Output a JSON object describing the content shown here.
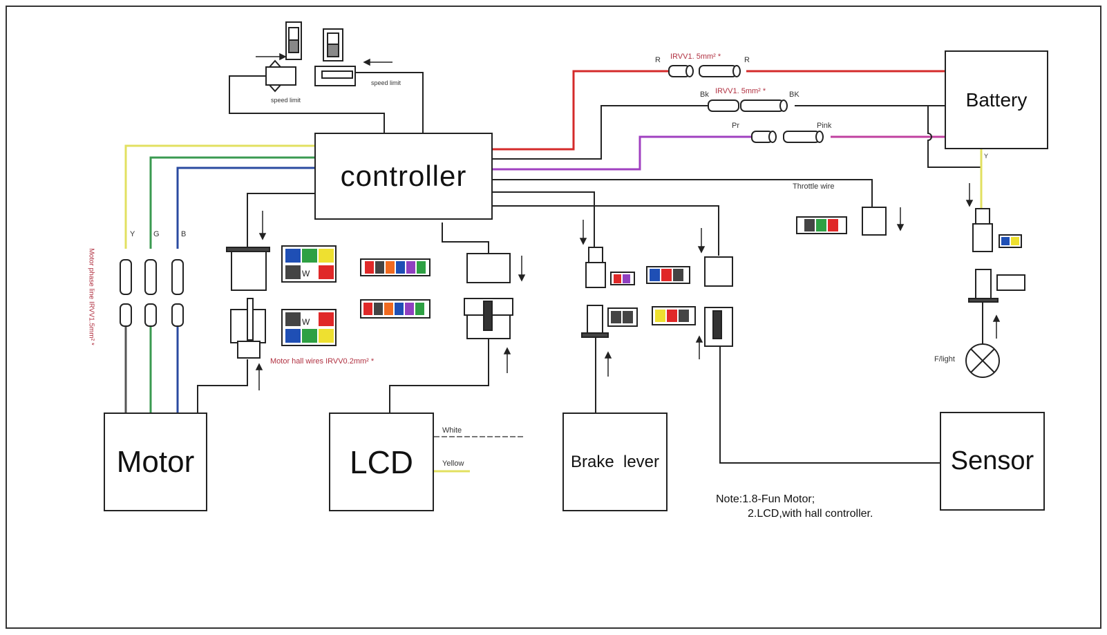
{
  "diagram": {
    "title": "E-bike controller wiring diagram",
    "components": {
      "controller": "controller",
      "battery": "Battery",
      "motor": "Motor",
      "lcd": "LCD",
      "brake_lever": "Brake  lever",
      "sensor": "Sensor"
    },
    "labels": {
      "speed_limit_left": "speed limit",
      "speed_limit_right": "speed limit",
      "red_wire_left": "R",
      "red_wire_right": "R",
      "red_spec": "IRVV1. 5mm² *",
      "black_wire_left": "Bk",
      "black_wire_right": "BK",
      "black_spec": "IRVV1. 5mm² *",
      "purple_wire": "Pr",
      "pink_wire": "Pink",
      "throttle_wire": "Throttle wire",
      "battery_y": "Y",
      "phase_y": "Y",
      "phase_g": "G",
      "phase_b": "B",
      "motor_phase_spec": "Motor phase line IRVV1.5mm² *",
      "motor_hall_spec": "Motor hall wires IRVV0.2mm² *",
      "hall_w_top": "W",
      "hall_w_bottom": "W",
      "lcd_white": "White",
      "lcd_yellow": "Yellow",
      "front_light": "F/light"
    },
    "note": {
      "line1": "Note:1.8-Fun  Motor;",
      "line2": "2.LCD,with hall controller."
    },
    "wire_colors": {
      "red": "#d42a2a",
      "black": "#222222",
      "purple": "#a040c0",
      "pink": "#c040a0",
      "yellow": "#e2e060",
      "green": "#3a9a50",
      "blue": "#2a4aa0"
    },
    "pin_colors": {
      "blue": "#1f4fb5",
      "green": "#2ea043",
      "yellow": "#eee030",
      "red": "#e02828",
      "dark": "#444444",
      "orange": "#f06a20",
      "purple": "#9040c0"
    }
  }
}
